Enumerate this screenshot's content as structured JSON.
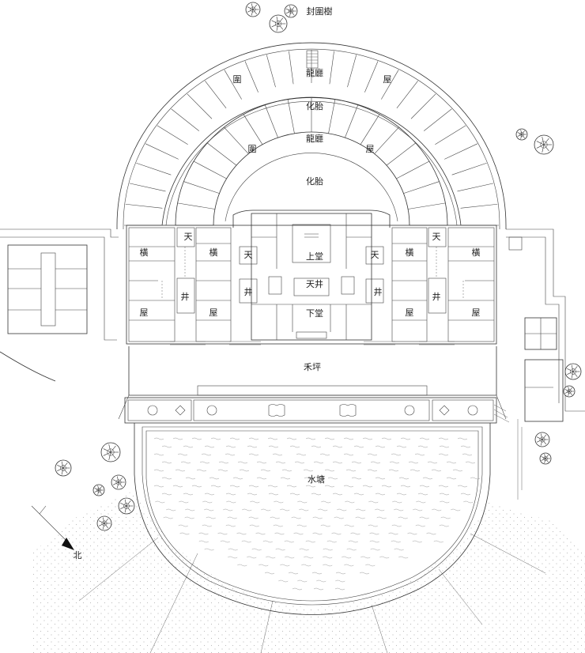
{
  "labels": {
    "fengweishu": "封圍樹",
    "wei_outer": "圍",
    "longting_outer": "龍廳",
    "wu_outer": "屋",
    "huatai_outer": "化胎",
    "wei_inner": "圍",
    "longting_inner": "龍廳",
    "wu_inner": "屋",
    "huatai_inner": "化胎",
    "tian_l1": "天",
    "heng_l1": "橫",
    "heng_l2": "橫",
    "tian_l2": "天",
    "jing_l1": "井",
    "jing_l2": "井",
    "wu_l1": "屋",
    "wu_l2": "屋",
    "shangtang": "上堂",
    "tianjing_c": "天井",
    "xiatang": "下堂",
    "tian_r2": "天",
    "tian_r1": "天",
    "heng_r2": "橫",
    "heng_r1": "橫",
    "jing_r2": "井",
    "jing_r1": "井",
    "wu_r2": "屋",
    "wu_r1": "屋",
    "heping": "禾坪",
    "shuitang": "水塘",
    "north": "北"
  },
  "colors": {
    "line": "#333333",
    "water": "#9a9a9a",
    "paving": "#bdbdbd"
  },
  "icons": [
    "tree-icon",
    "north-arrow-icon"
  ]
}
